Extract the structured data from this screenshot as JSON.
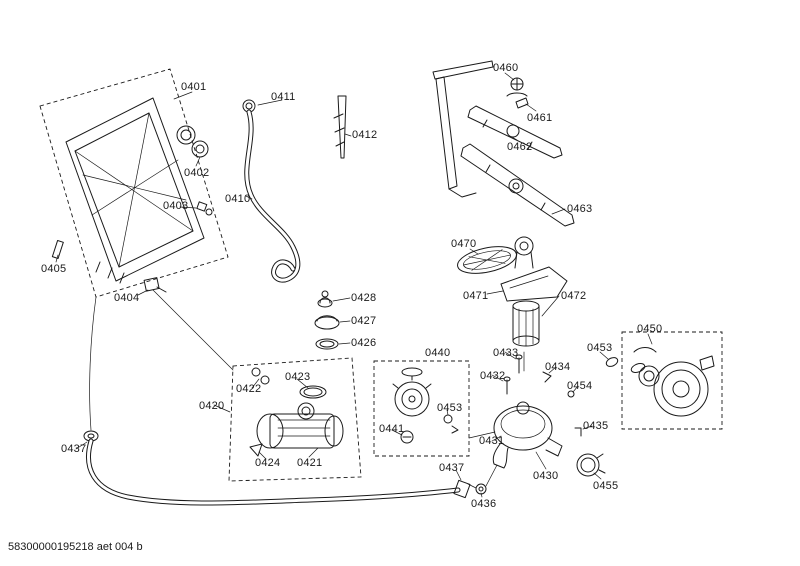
{
  "document": {
    "footer_code": "58300000195218 aet 004 b"
  },
  "diagram": {
    "labels": [
      {
        "text": "0401"
      },
      {
        "text": "0411"
      },
      {
        "text": "0412"
      },
      {
        "text": "0402"
      },
      {
        "text": "0403"
      },
      {
        "text": "0410"
      },
      {
        "text": "0405"
      },
      {
        "text": "0404"
      },
      {
        "text": "0428"
      },
      {
        "text": "0427"
      },
      {
        "text": "0426"
      },
      {
        "text": "0460"
      },
      {
        "text": "0461"
      },
      {
        "text": "0462"
      },
      {
        "text": "0463"
      },
      {
        "text": "0470"
      },
      {
        "text": "0471"
      },
      {
        "text": "0472"
      },
      {
        "text": "0450"
      },
      {
        "text": "0453"
      },
      {
        "text": "0433"
      },
      {
        "text": "0434"
      },
      {
        "text": "0432"
      },
      {
        "text": "0454"
      },
      {
        "text": "0440"
      },
      {
        "text": "0423"
      },
      {
        "text": "0422"
      },
      {
        "text": "0420"
      },
      {
        "text": "0453"
      },
      {
        "text": "0441"
      },
      {
        "text": "0435"
      },
      {
        "text": "0431"
      },
      {
        "text": "0437"
      },
      {
        "text": "0424"
      },
      {
        "text": "0421"
      },
      {
        "text": "0430"
      },
      {
        "text": "0437"
      },
      {
        "text": "0455"
      },
      {
        "text": "0436"
      }
    ]
  }
}
